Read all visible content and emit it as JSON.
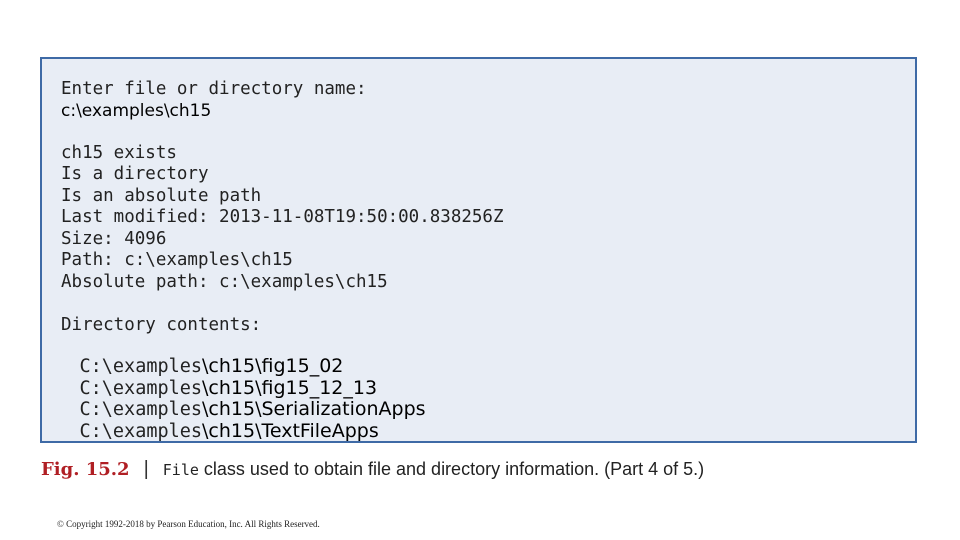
{
  "console": {
    "prompt": "Enter file or directory name:",
    "input": "c:\\examples\\ch15",
    "lines": [
      "ch15 exists",
      "Is a directory",
      "Is an absolute path",
      "Last modified: 2013-11-08T19:50:00.838256Z",
      "Size: 4096",
      "Path: c:\\examples\\ch15",
      "Absolute path: c:\\examples\\ch15"
    ],
    "contents_header": "Directory contents:",
    "contents_prefix": "C:\\examples",
    "contents": [
      "\\ch15\\fig15_02",
      "\\ch15\\fig15_12_13",
      "\\ch15\\SerializationApps",
      "\\ch15\\TextFileApps"
    ]
  },
  "caption": {
    "fig_label": "Fig. 15.2",
    "separator": "|",
    "code": "File",
    "text": " class used to obtain file and directory information. (Part 4 of 5.)"
  },
  "copyright": "© Copyright 1992-2018 by Pearson Education, Inc. All Rights Reserved."
}
